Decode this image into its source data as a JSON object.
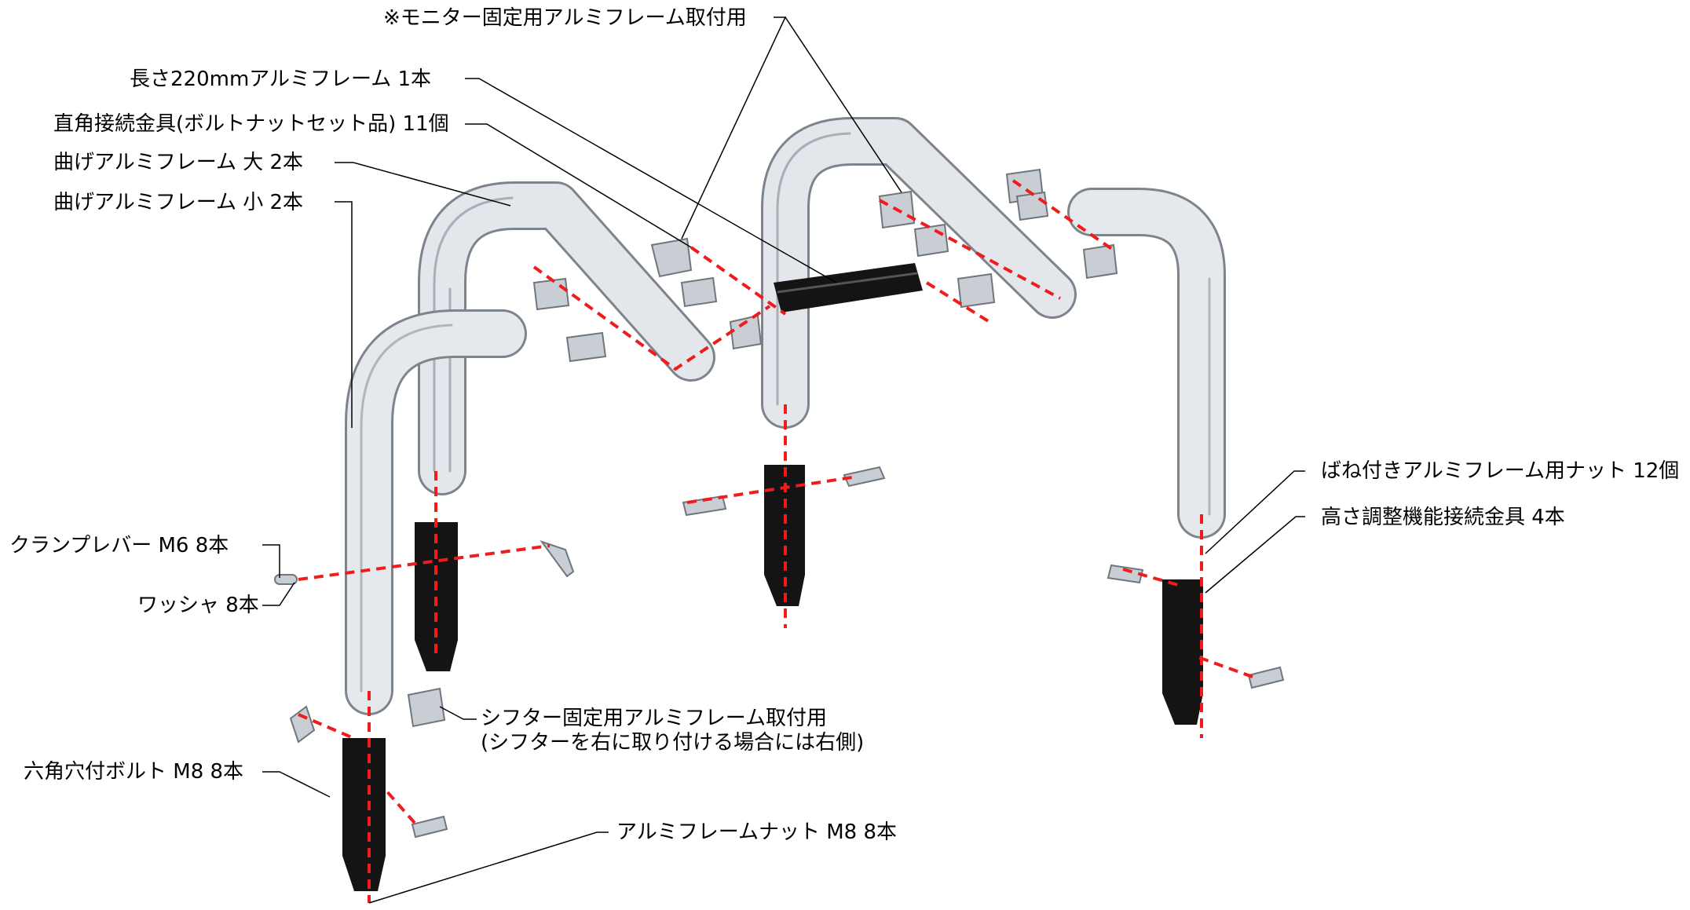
{
  "labels": {
    "monitor_mount": "※モニター固定用アルミフレーム取付用",
    "frame_220": "長さ220mmアルミフレーム 1本",
    "right_angle_bracket": "直角接続金具(ボルトナットセット品) 11個",
    "bent_frame_large": "曲げアルミフレーム 大 2本",
    "bent_frame_small": "曲げアルミフレーム 小 2本",
    "spring_nut": "ばね付きアルミフレーム用ナット 12個",
    "height_adjust": "高さ調整機能接続金具 4本",
    "clamp_lever": "クランプレバー M6 8本",
    "washer": "ワッシャ 8本",
    "shifter_mount_1": "シフター固定用アルミフレーム取付用",
    "shifter_mount_2": "(シフターを右に取り付ける場合には右側)",
    "hex_bolt": "六角穴付ボルト M8 8本",
    "frame_nut": "アルミフレームナット M8 8本"
  },
  "colors": {
    "frame_fill": "#dfe3e8",
    "frame_edge": "#7d848c",
    "bracket_fill": "#c9ced4",
    "black_part": "#141414",
    "dashed": "#ee1c1c",
    "leader": "#000000"
  }
}
